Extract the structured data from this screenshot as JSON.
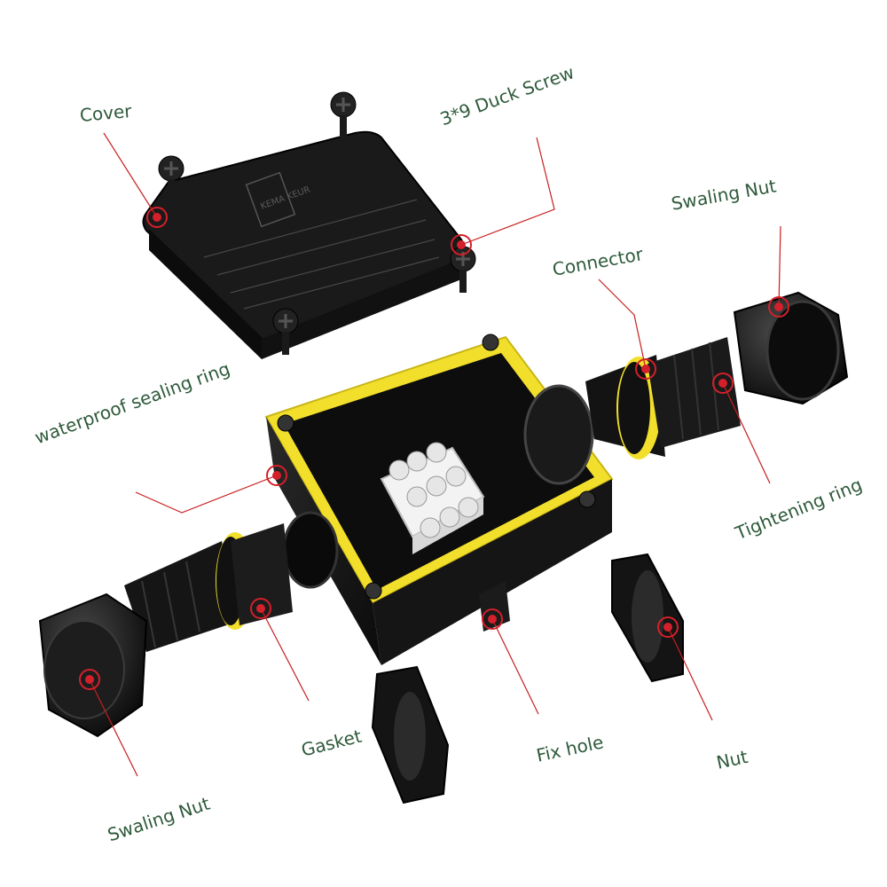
{
  "labels": {
    "cover": "Cover",
    "duck_screw": "3*9 Duck Screw",
    "swaling_nut_top": "Swaling Nut",
    "connector": "Connector",
    "sealing_ring": "waterproof sealing ring",
    "tightening_ring": "Tightening ring",
    "gasket": "Gasket",
    "fix_hole": "Fix hole",
    "nut": "Nut",
    "swaling_nut_bottom": "Swaling Nut"
  },
  "cover_marking": {
    "brand": "KEMA KEUR"
  },
  "colors": {
    "label_text": "#2e5a3a",
    "leader_line": "#c81e1e",
    "marker": "#d4202a",
    "body": "#141414",
    "seal": "#f2df2b"
  }
}
